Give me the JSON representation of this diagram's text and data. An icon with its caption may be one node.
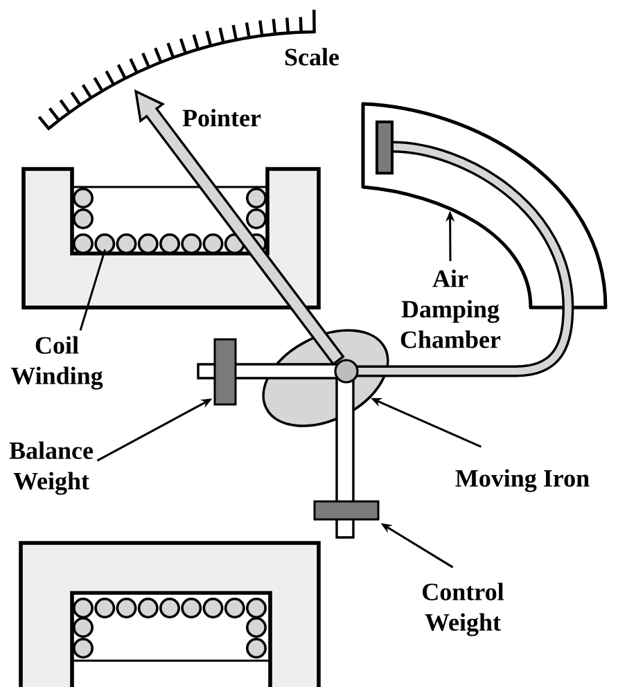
{
  "diagram": {
    "nodes": [
      {
        "text": [],
        "shape": "picture"
      },
      {
        "text": [],
        "shape": "coil"
      },
      {
        "text": [
          "Air Damping Chamber"
        ]
      },
      {
        "text": [
          "Coil Winding"
        ]
      },
      {
        "text": [],
        "shape": "bar"
      },
      {
        "text": [],
        "shape": "ellipse"
      },
      {
        "text": [
          "Balance Weight"
        ]
      },
      {
        "text": [
          "Moving Iron"
        ]
      },
      {
        "text": [],
        "shape": "bar"
      },
      {
        "text": [
          "Control Weight"
        ]
      },
      {
        "text": [],
        "shape": "coil"
      },
      {
        "text": [],
        "shape": "arrow"
      },
      {
        "text": [],
        "shape": "bar"
      }
    ],
    "edges": [
      {
        "from": 2,
        "to": 0,
        "arrow": "to"
      },
      {
        "from": 3,
        "to": 1,
        "arrow": "none"
      },
      {
        "from": 6,
        "to": 4,
        "arrow": "to"
      },
      {
        "from": 7,
        "to": 5,
        "arrow": "to"
      },
      {
        "from": 9,
        "to": 8,
        "arrow": "to"
      }
    ],
    "labels": [
      "Scale",
      "Pointer"
    ]
  }
}
